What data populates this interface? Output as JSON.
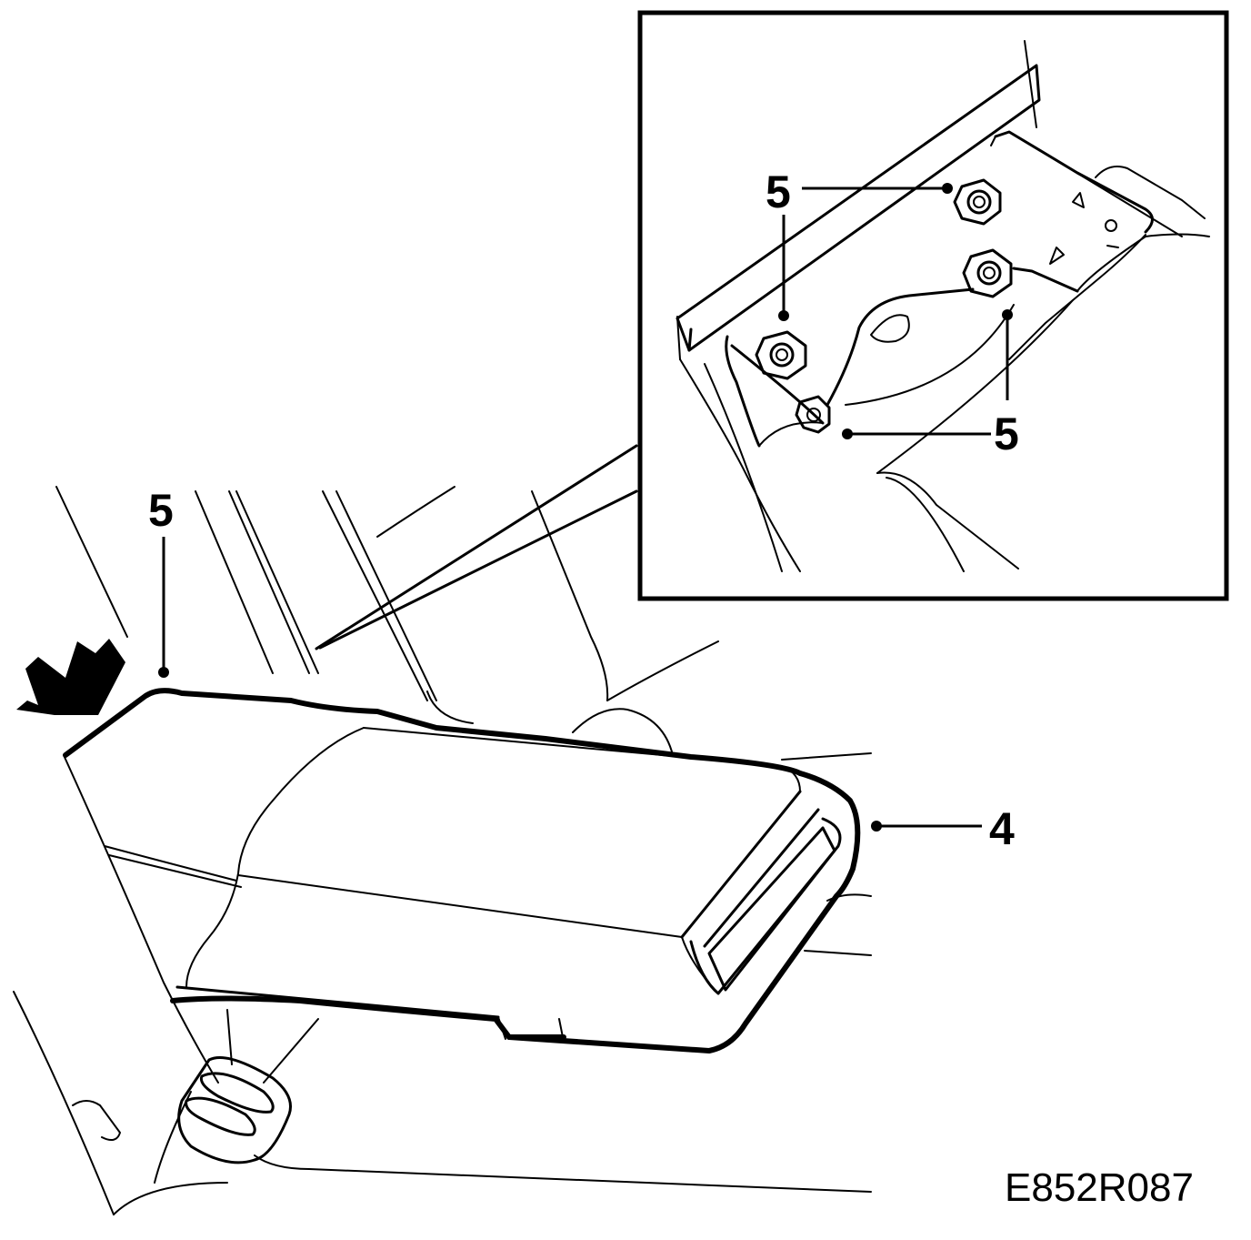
{
  "diagram": {
    "figure_code": "E852R087",
    "callouts": {
      "main_seat_5": "5",
      "armrest_4": "4",
      "detail_top_5": "5",
      "detail_left_5": "5",
      "detail_right_5": "5"
    },
    "icons": [
      "direction-arrow-icon",
      "nut-icon"
    ]
  }
}
